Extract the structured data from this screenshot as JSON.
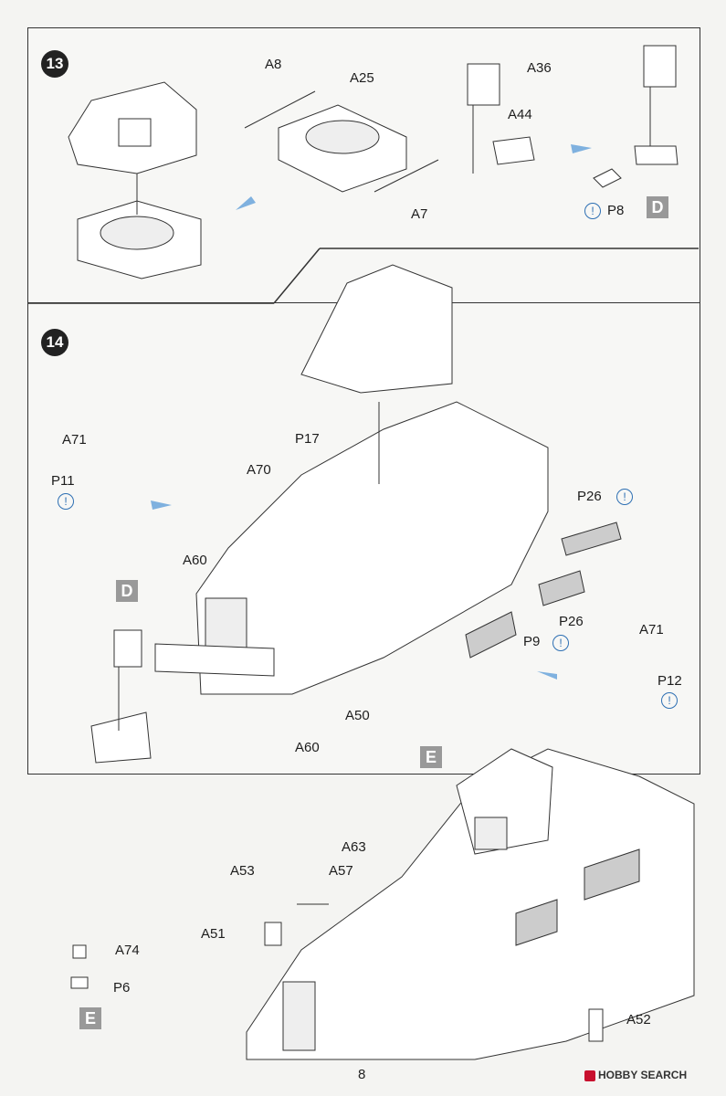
{
  "steps": {
    "s13": "13",
    "s14": "14"
  },
  "sub_d_top": "D",
  "sub_d_mid": "D",
  "sub_e_mid": "E",
  "sub_e_bottom": "E",
  "labels13": {
    "a8": "A8",
    "a25": "A25",
    "a7": "A7",
    "a36": "A36",
    "a44": "A44",
    "p8": "P8"
  },
  "labels14": {
    "a71_left": "A71",
    "p11": "P11",
    "p17": "P17",
    "a70": "A70",
    "a60_top": "A60",
    "p26_top": "P26",
    "p26_bottom": "P26",
    "a71_right": "A71",
    "p9": "P9",
    "p12": "P12",
    "a50": "A50",
    "a60_bottom": "A60"
  },
  "labels_bottom": {
    "a63": "A63",
    "a53": "A53",
    "a57": "A57",
    "a51": "A51",
    "a74": "A74",
    "p6": "P6",
    "a52": "A52"
  },
  "page_number": "8",
  "watermark": "HOBBY SEARCH",
  "icons": {
    "paint": "paint-drop-icon",
    "arrow": "direction-arrow-icon"
  },
  "colors": {
    "accent": "#2d6fb3",
    "step_badge": "#222222",
    "sub_badge": "#999999",
    "logo": "#c8102e"
  }
}
